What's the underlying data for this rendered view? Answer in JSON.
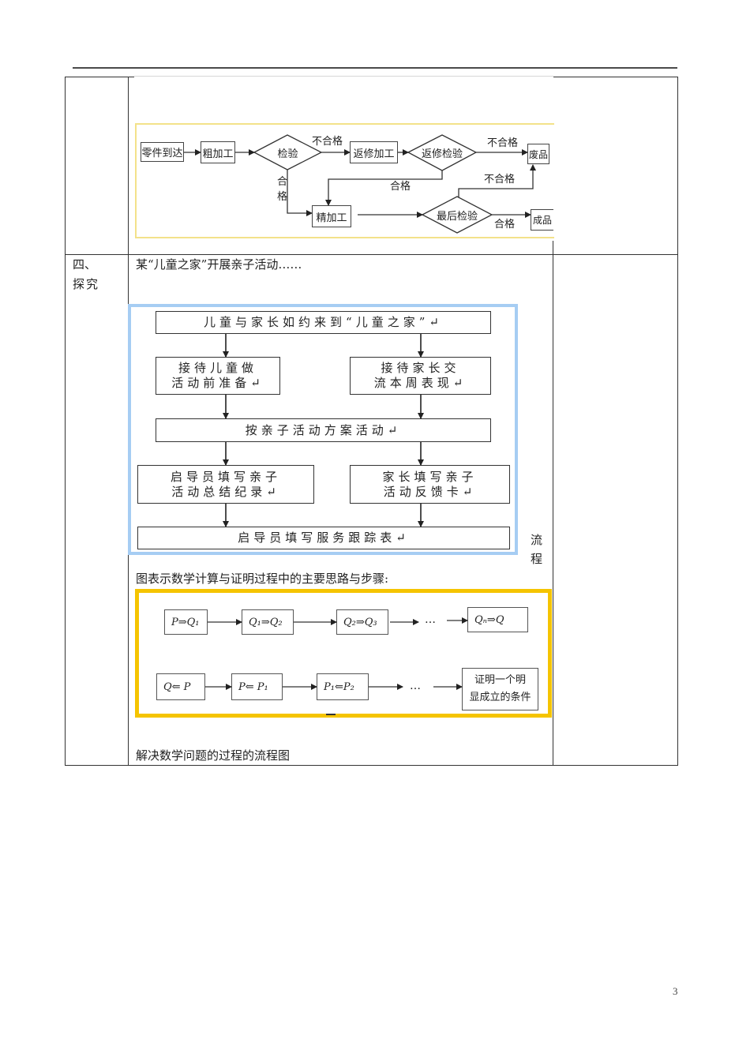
{
  "page": {
    "number": "3"
  },
  "colors": {
    "blue_frame": "#a6cdf3",
    "yellow_frame": "#f5c400",
    "light_yellow_frame": "#f3e28a"
  },
  "row1": {
    "quality_flowchart": {
      "nodes": {
        "parts_arrive": "零件到达",
        "rough_machining": "粗加工",
        "inspection": "检验",
        "rework": "返修加工",
        "rework_inspection": "返修检验",
        "scrap": "废品",
        "finish_machining": "精加工",
        "final_inspection": "最后检验",
        "finished_product": "成品"
      },
      "edge_labels": {
        "inspection_fail": "不合格",
        "inspection_pass": "合\n格",
        "rework_fail": "不合格",
        "rework_pass": "合格",
        "final_fail": "不合格",
        "final_pass": "合格"
      }
    }
  },
  "row2": {
    "label_line1": "四、",
    "label_line2": "探究",
    "intro": "某“儿童之家”开展亲子活动……",
    "children_home_flowchart": {
      "nodes": [
        "儿童与家长如约来到“儿童之家”↵",
        "接待儿童做\n活动前准备↵",
        "接待家长交\n流本周表现↵",
        "按亲子活动方案活动↵",
        "启导员填写亲子\n活动总结纪录↵",
        "家长填写亲子\n活动反馈卡↵",
        "启导员填写服务跟踪表↵"
      ]
    },
    "side_text": [
      "流",
      "程"
    ],
    "math_intro": "图表示数学计算与证明过程中的主要思路与步骤:",
    "math_flowchart": {
      "synthesis_row": [
        "P⇒Q₁",
        "Q₁⇒Q₂",
        "Q₂⇒Q₃",
        "Qₙ⇒Q"
      ],
      "analysis_row": [
        "Q⇐ P",
        "P⇐ P₁",
        "P₁⇐P₂",
        "证明一个明\n显成立的条件"
      ],
      "ellipsis": "…"
    },
    "caption": "解决数学问题的过程的流程图"
  }
}
